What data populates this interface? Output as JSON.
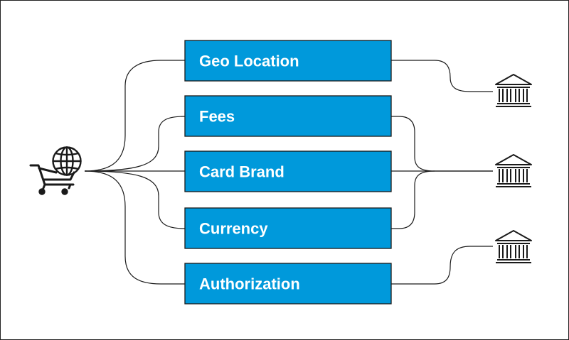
{
  "colors": {
    "box_fill": "#0099db",
    "box_stroke": "#1a1a1a",
    "line": "#1a1a1a",
    "text": "#ffffff"
  },
  "source": {
    "icon": "shopping-cart-globe-icon"
  },
  "processes": [
    {
      "label": "Geo Location"
    },
    {
      "label": "Fees"
    },
    {
      "label": "Card Brand"
    },
    {
      "label": "Currency"
    },
    {
      "label": "Authorization"
    }
  ],
  "banks": [
    {
      "icon": "bank-icon"
    },
    {
      "icon": "bank-icon"
    },
    {
      "icon": "bank-icon"
    }
  ]
}
